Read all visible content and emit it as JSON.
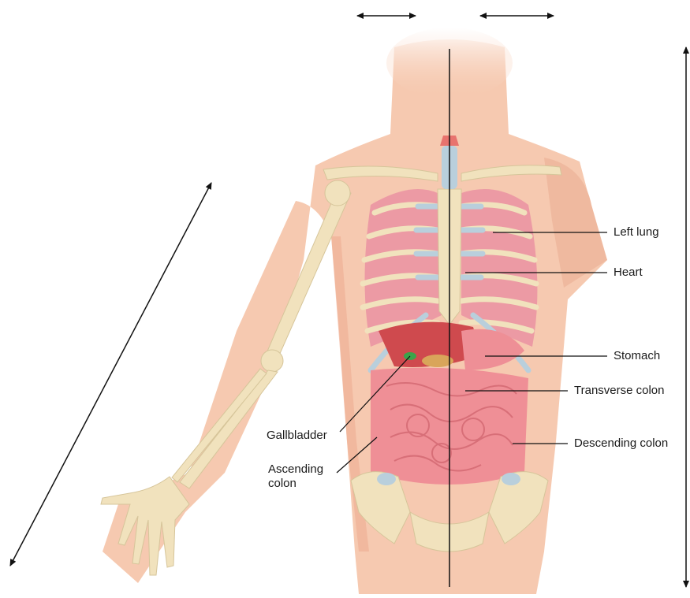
{
  "labels": {
    "left_lung": "Left lung",
    "heart": "Heart",
    "stomach": "Stomach",
    "transverse_colon": "Transverse colon",
    "descending_colon": "Descending colon",
    "gallbladder": "Gallbladder",
    "ascending_colon_line1": "Ascending",
    "ascending_colon_line2": "colon"
  },
  "colors": {
    "skin": "#f6c9b0",
    "skin_shade": "#eeae92",
    "bone": "#f1e2bd",
    "cartilage": "#b9cfdc",
    "lung": "#ec9aa4",
    "intestine": "#ef8f96",
    "liver": "#cf4a4e",
    "gallbladder": "#3aa44a",
    "line": "#111111"
  }
}
